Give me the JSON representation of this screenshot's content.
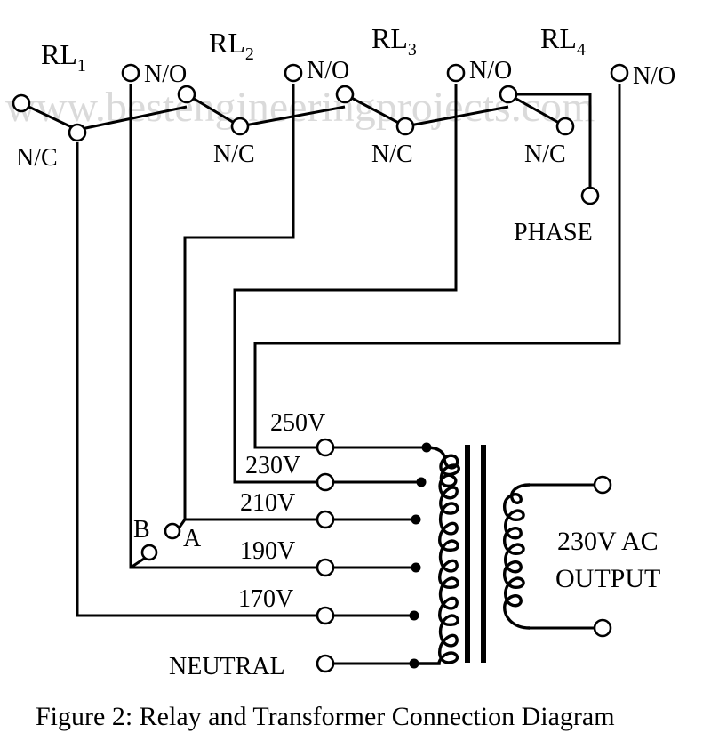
{
  "watermark": "www.bestengineeringprojects.com",
  "relays": [
    {
      "id": "RL1",
      "base": "RL",
      "sub": "1",
      "no": "N/O",
      "nc": "N/C"
    },
    {
      "id": "RL2",
      "base": "RL",
      "sub": "2",
      "no": "N/O",
      "nc": "N/C"
    },
    {
      "id": "RL3",
      "base": "RL",
      "sub": "3",
      "no": "N/O",
      "nc": "N/C"
    },
    {
      "id": "RL4",
      "base": "RL",
      "sub": "4",
      "no": "N/O",
      "nc": "N/C"
    }
  ],
  "phase_label": "PHASE",
  "point_labels": {
    "a": "A",
    "b": "B"
  },
  "taps": {
    "t250": "250V",
    "t230": "230V",
    "t210": "210V",
    "t190": "190V",
    "t170": "170V",
    "neutral": "NEUTRAL"
  },
  "output": {
    "line1": "230V AC",
    "line2": "OUTPUT"
  },
  "caption": "Figure 2: Relay and Transformer Connection Diagram"
}
